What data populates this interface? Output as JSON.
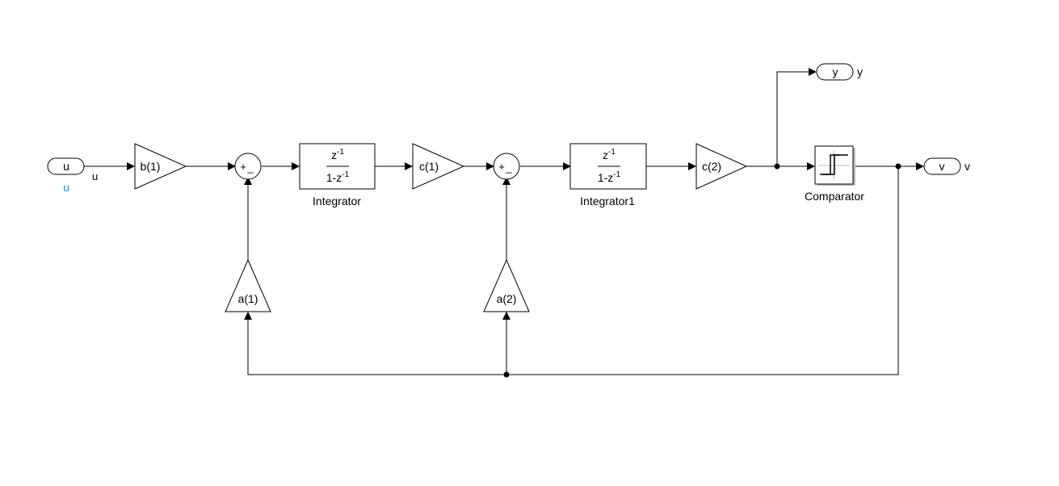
{
  "diagram": {
    "inport_u": {
      "label": "u",
      "signal_label": "u",
      "name_label": "u"
    },
    "gain_b1": {
      "label": "b(1)"
    },
    "sum1": {
      "plus": "+",
      "minus": "_"
    },
    "integrator": {
      "num": "z",
      "num_exp": "-1",
      "den": "1-z",
      "den_exp": "-1",
      "name": "Integrator"
    },
    "gain_c1": {
      "label": "c(1)"
    },
    "sum2": {
      "plus": "+",
      "minus": "_"
    },
    "integrator1": {
      "num": "z",
      "num_exp": "-1",
      "den": "1-z",
      "den_exp": "-1",
      "name": "Integrator1"
    },
    "gain_c2": {
      "label": "c(2)"
    },
    "comparator": {
      "name": "Comparator"
    },
    "outport_y": {
      "label": "y",
      "signal_label": "y"
    },
    "outport_v": {
      "label": "v",
      "signal_label": "v"
    },
    "gain_a1": {
      "label": "a(1)"
    },
    "gain_a2": {
      "label": "a(2)"
    }
  }
}
